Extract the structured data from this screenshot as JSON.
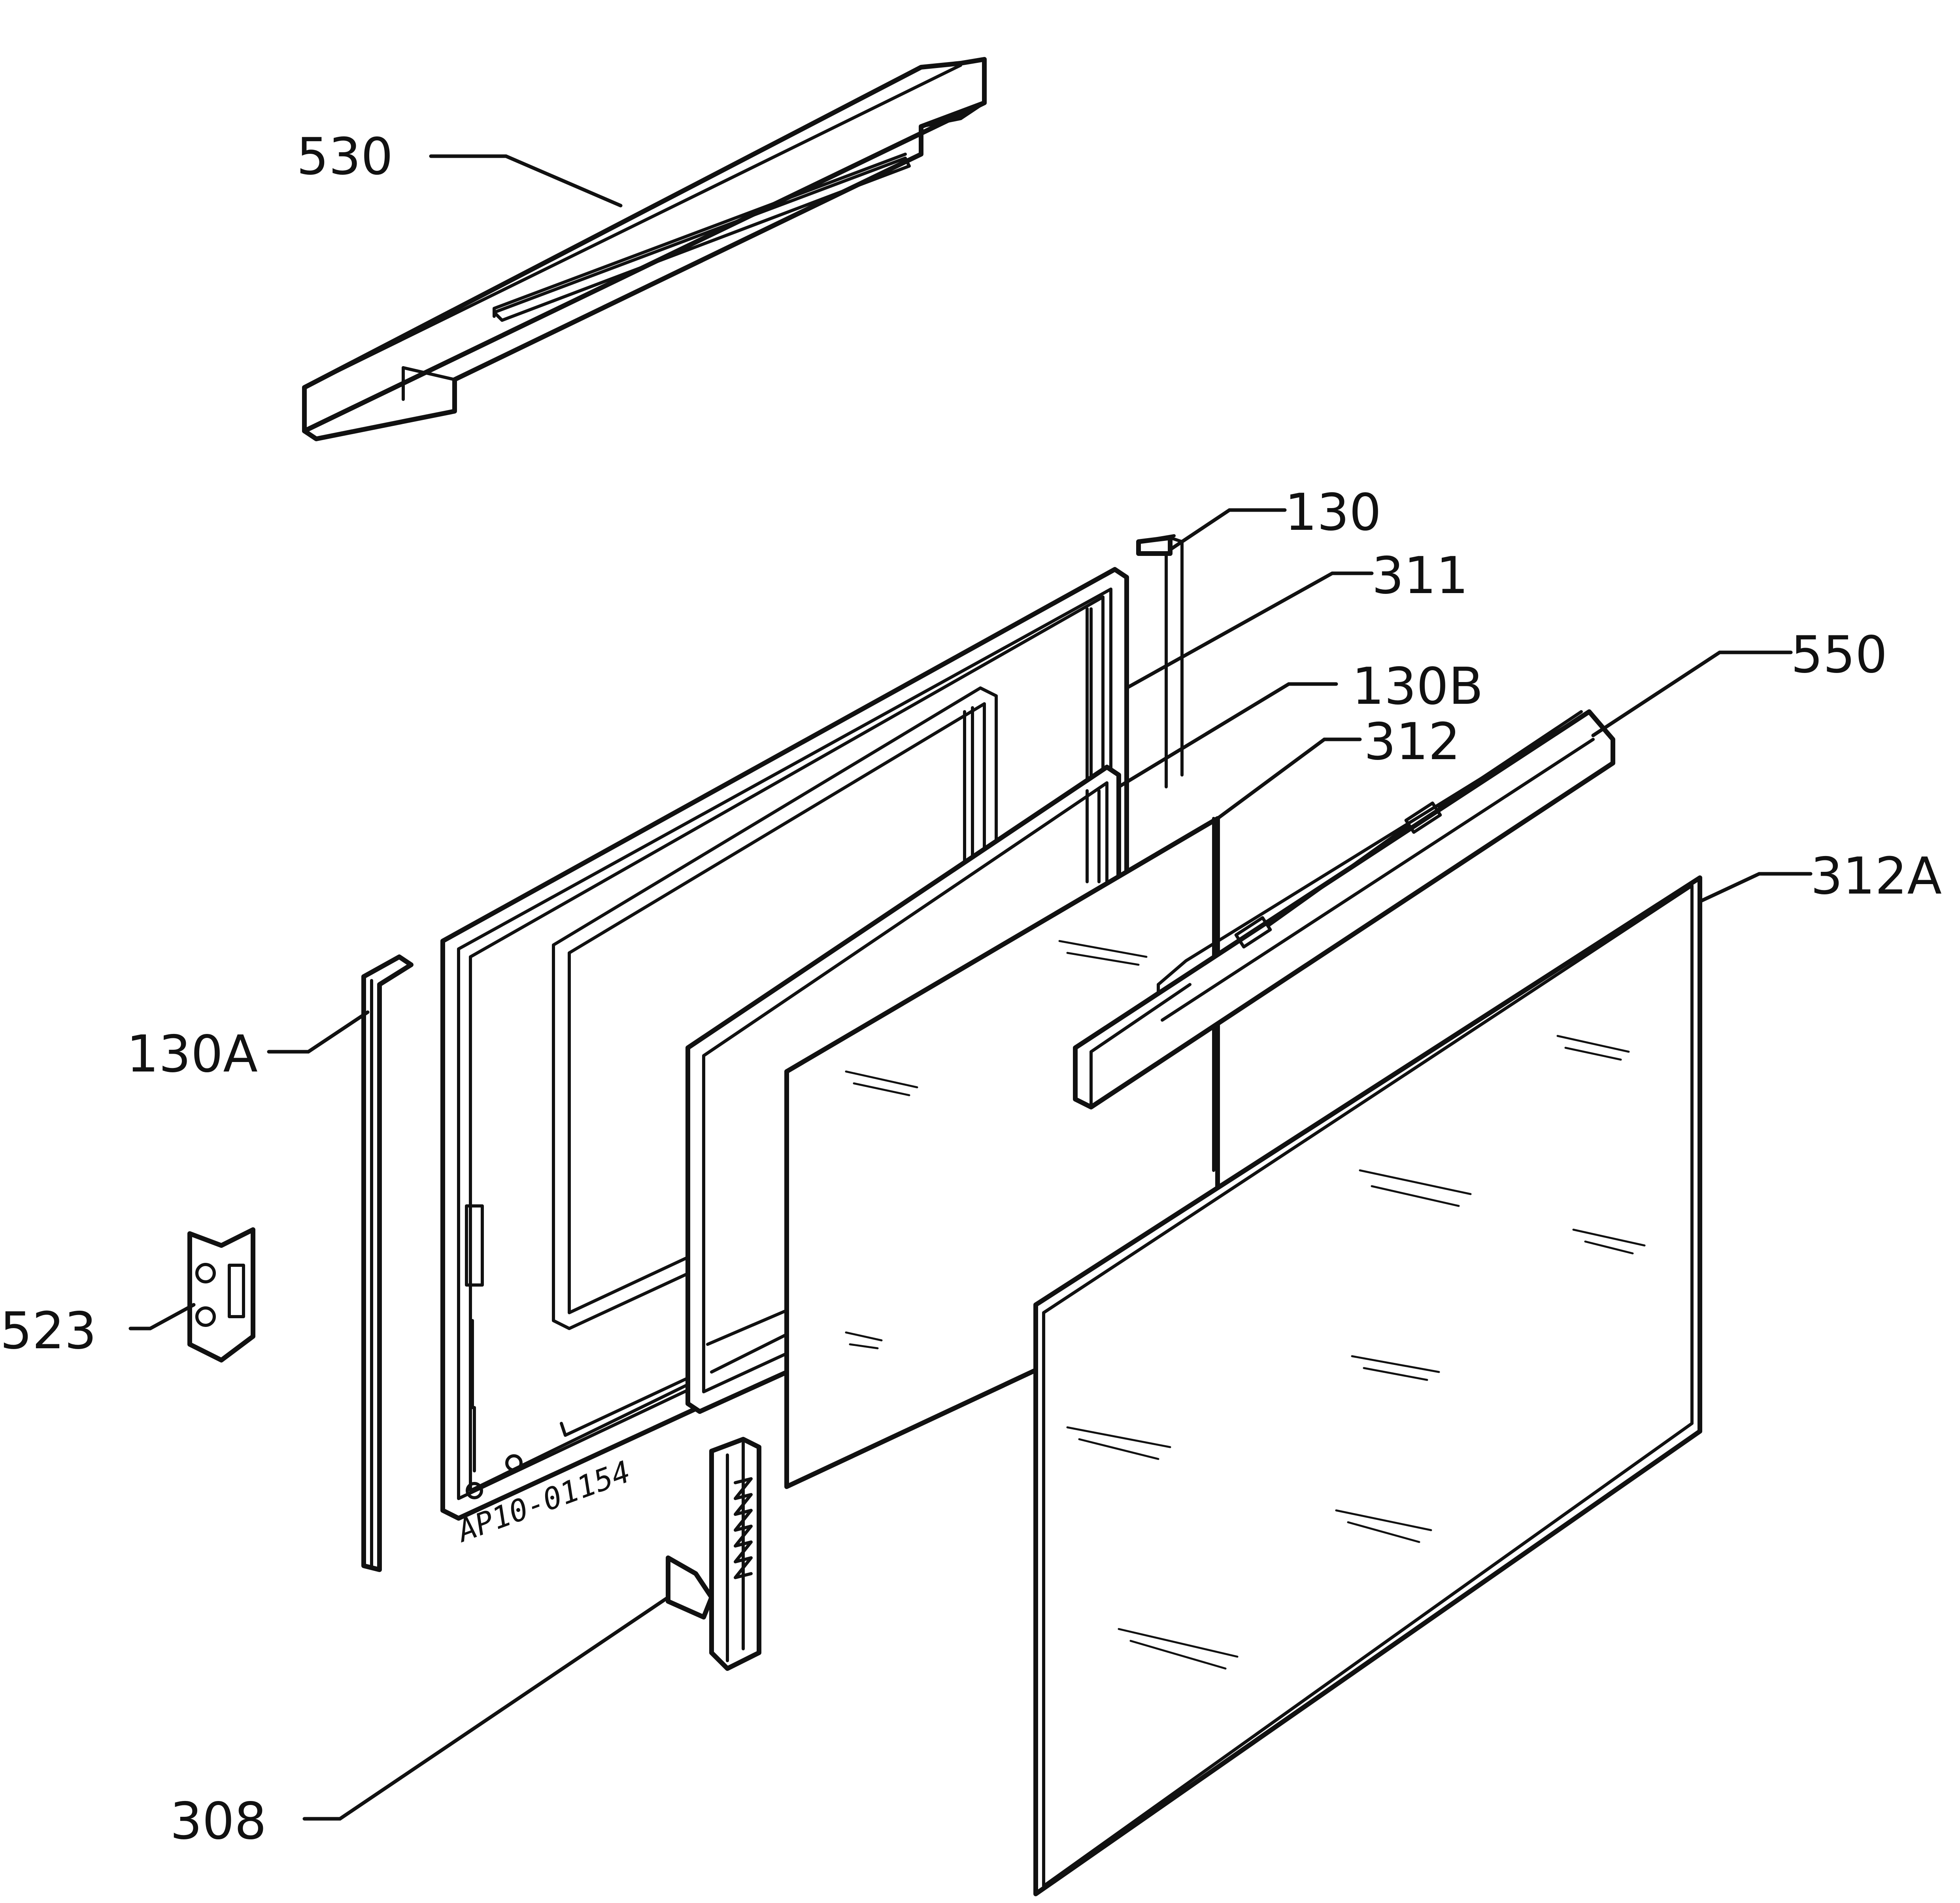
{
  "diagram": {
    "labels": {
      "p530": "530",
      "p130": "130",
      "p311": "311",
      "p130b": "130B",
      "p312": "312",
      "p550": "550",
      "p312a": "312A",
      "p130a": "130A",
      "p523": "523",
      "p308": "308"
    },
    "code": "AP10-01154"
  }
}
